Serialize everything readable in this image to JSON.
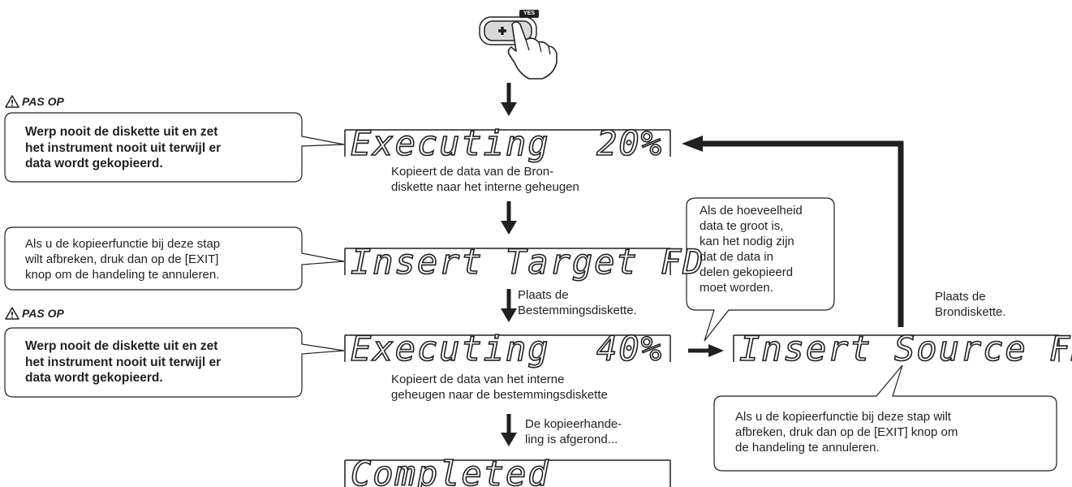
{
  "button": {
    "yes_label": "YES",
    "symbol": "+"
  },
  "caution": {
    "label": "PAS OP"
  },
  "displays": {
    "executing_20": {
      "text": "Executing",
      "value": "20%"
    },
    "insert_target": {
      "text": "Insert Target FD"
    },
    "executing_40": {
      "text": "Executing",
      "value": "40%"
    },
    "completed": {
      "text": "Completed"
    },
    "insert_source": {
      "text": "Insert Source FD"
    }
  },
  "callouts": {
    "warning_1": [
      "Werp nooit de diskette uit en zet",
      "het instrument nooit uit terwijl er",
      "data wordt gekopieerd."
    ],
    "abort_1": [
      "Als u de kopieerfunctie bij deze stap",
      "wilt afbreken, druk dan op de [EXIT]",
      "knop om de handeling te annuleren."
    ],
    "warning_2": [
      "Werp nooit de diskette uit en zet",
      "het instrument nooit uit terwijl er",
      "data wordt gekopieerd."
    ],
    "large_data": [
      "Als de hoeveelheid",
      "data te groot is,",
      "kan het nodig zijn",
      "dat de data in",
      "delen gekopieerd",
      "moet worden."
    ],
    "abort_2": [
      "Als u de kopieerfunctie bij deze stap wilt",
      "afbreken, druk dan op de [EXIT]  knop om",
      "de handeling te annuleren."
    ]
  },
  "captions": {
    "copy_to_memory": [
      "Kopieert de data van de Bron-",
      "diskette naar het interne geheugen"
    ],
    "insert_target": [
      "Plaats de",
      "Bestemmingsdiskette."
    ],
    "copy_to_target": [
      "Kopieert de data van het interne",
      "geheugen naar de bestemmingsdiskette"
    ],
    "done": [
      "De kopieerhande-",
      "ling is afgerond..."
    ],
    "insert_source": [
      "Plaats de",
      "Brondiskette."
    ]
  }
}
